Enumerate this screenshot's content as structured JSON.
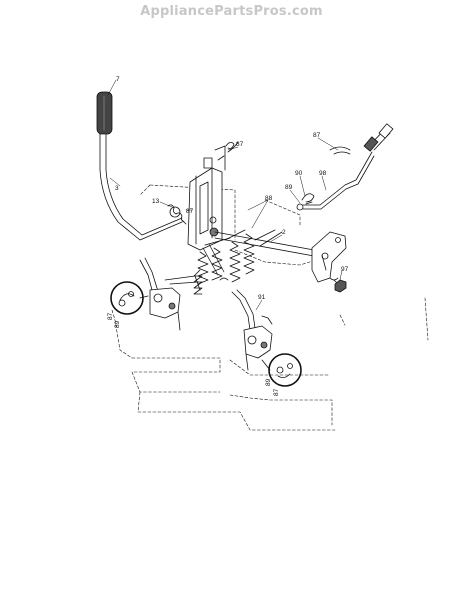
{
  "watermark": "AppliancePartsPros.com",
  "callouts": [
    {
      "id": "c7",
      "text": "7"
    },
    {
      "id": "c3",
      "text": "3"
    },
    {
      "id": "c13",
      "text": "13"
    },
    {
      "id": "c87a",
      "text": "87"
    },
    {
      "id": "c87b",
      "text": "87"
    },
    {
      "id": "c88",
      "text": "88"
    },
    {
      "id": "c2",
      "text": "2"
    },
    {
      "id": "c87c",
      "text": "87"
    },
    {
      "id": "c90",
      "text": "90"
    },
    {
      "id": "c89a",
      "text": "89"
    },
    {
      "id": "c98",
      "text": "98"
    },
    {
      "id": "c97",
      "text": "97"
    },
    {
      "id": "c91",
      "text": "91"
    },
    {
      "id": "c87d",
      "text": "87"
    },
    {
      "id": "c89b",
      "text": "89"
    },
    {
      "id": "c89c",
      "text": "89"
    },
    {
      "id": "c87e",
      "text": "87"
    }
  ]
}
